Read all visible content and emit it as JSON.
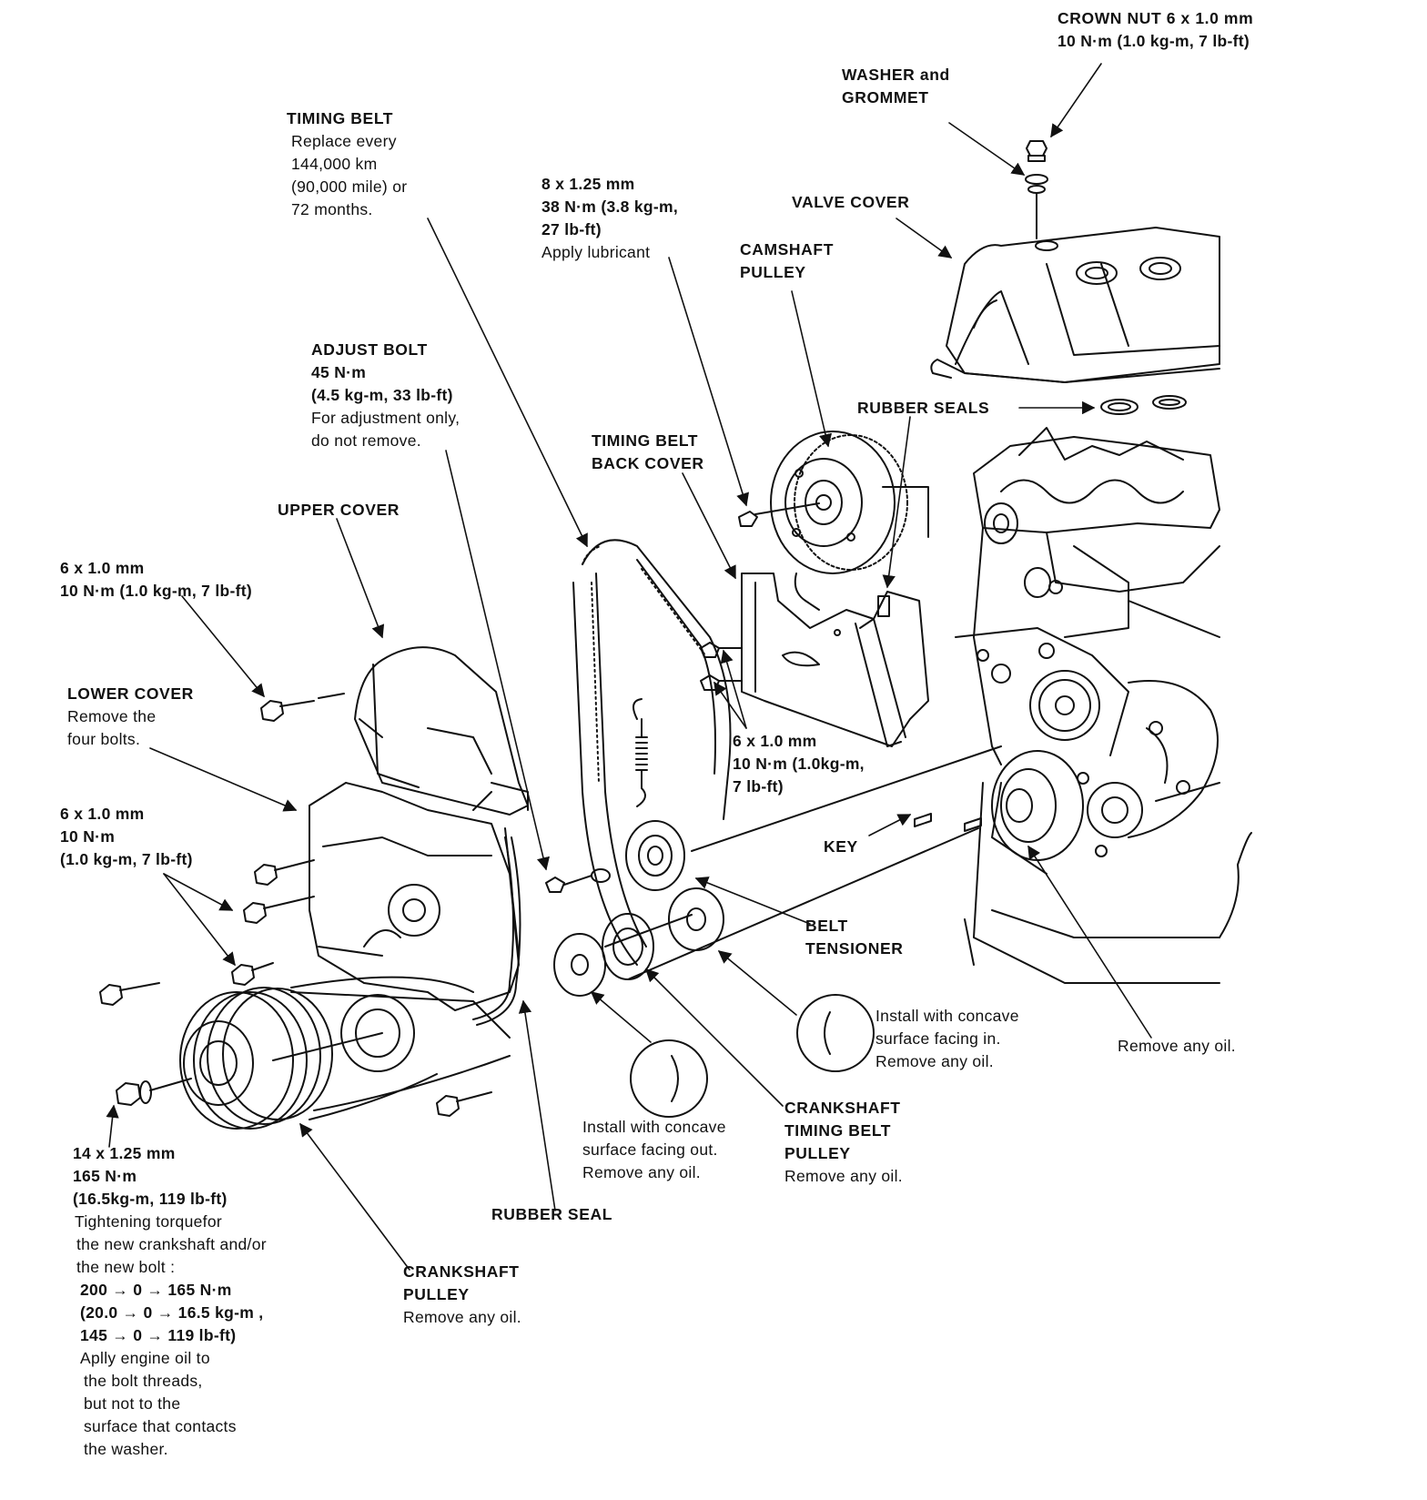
{
  "crown_nut": {
    "title": "CROWN NUT 6 x 1.0 mm",
    "spec": "10 N·m (1.0 kg-m, 7 lb-ft)"
  },
  "washer": {
    "line1": "WASHER and",
    "line2": "GROMMET"
  },
  "valve_cover": {
    "title": "VALVE COVER"
  },
  "timing_belt": {
    "title": "TIMING BELT",
    "notes": [
      "Replace every",
      "144,000 km",
      "(90,000 mile) or",
      "72 months."
    ]
  },
  "cam_bolt": {
    "size": "8 x 1.25 mm",
    "torque": "38 N·m (3.8 kg-m,",
    "torque2": "27 lb-ft)",
    "note": "Apply lubricant"
  },
  "camshaft_pulley": {
    "line1": "CAMSHAFT",
    "line2": "PULLEY"
  },
  "rubber_seals": {
    "title": "RUBBER SEALS"
  },
  "adjust_bolt": {
    "title": "ADJUST BOLT",
    "torque": "45 N·m",
    "torque2": "(4.5 kg-m, 33 lb-ft)",
    "notes": [
      "For adjustment only,",
      "do not remove."
    ]
  },
  "back_cover": {
    "line1": "TIMING BELT",
    "line2": "BACK COVER"
  },
  "upper_cover": {
    "title": "UPPER COVER"
  },
  "upper_bolt": {
    "size": "6 x 1.0 mm",
    "torque": "10 N·m (1.0 kg-m, 7 lb-ft)"
  },
  "lower_cover": {
    "title": "LOWER COVER",
    "notes": [
      "Remove the",
      "four bolts."
    ]
  },
  "back_bolt": {
    "size": "6 x 1.0 mm",
    "torque": "10 N·m (1.0kg-m,",
    "torque2": "7 lb-ft)"
  },
  "lower_bolts": {
    "size": "6 x 1.0 mm",
    "torque": "10 N·m",
    "torque2": "(1.0 kg-m, 7 lb-ft)"
  },
  "key": {
    "title": "KEY"
  },
  "belt_tensioner": {
    "line1": "BELT",
    "line2": "TENSIONER"
  },
  "washer_in": {
    "notes": [
      "Install with concave",
      "surface facing in.",
      "Remove any oil."
    ]
  },
  "remove_oil_right": {
    "note": "Remove any oil."
  },
  "washer_out": {
    "notes": [
      "Install with concave",
      "surface facing out.",
      "Remove any oil."
    ]
  },
  "crank_timing_pulley": {
    "line1": "CRANKSHAFT",
    "line2": "TIMING BELT",
    "line3": "PULLEY",
    "note": "Remove any oil."
  },
  "crank_bolt": {
    "size": "14 x 1.25 mm",
    "torque": "165 N·m",
    "torque2": "(16.5kg-m, 119 lb-ft)",
    "notes": [
      "Tightening torquefor",
      "the new crankshaft and/or",
      "the new bolt :"
    ],
    "seq1": "200 → 0 → 165 N·m",
    "seq2": "(20.0 → 0 → 16.5 kg-m ,",
    "seq3": "145 → 0 → 119 lb-ft)",
    "notes2": [
      "Aplly engine oil to",
      "the bolt threads,",
      "but not to the",
      "surface that contacts",
      "the washer."
    ]
  },
  "rubber_seal": {
    "title": "RUBBER SEAL"
  },
  "crankshaft_pulley": {
    "line1": "CRANKSHAFT",
    "line2": "PULLEY",
    "note": "Remove any oil."
  },
  "colors": {
    "ink": "#111111",
    "paper": "#ffffff"
  }
}
